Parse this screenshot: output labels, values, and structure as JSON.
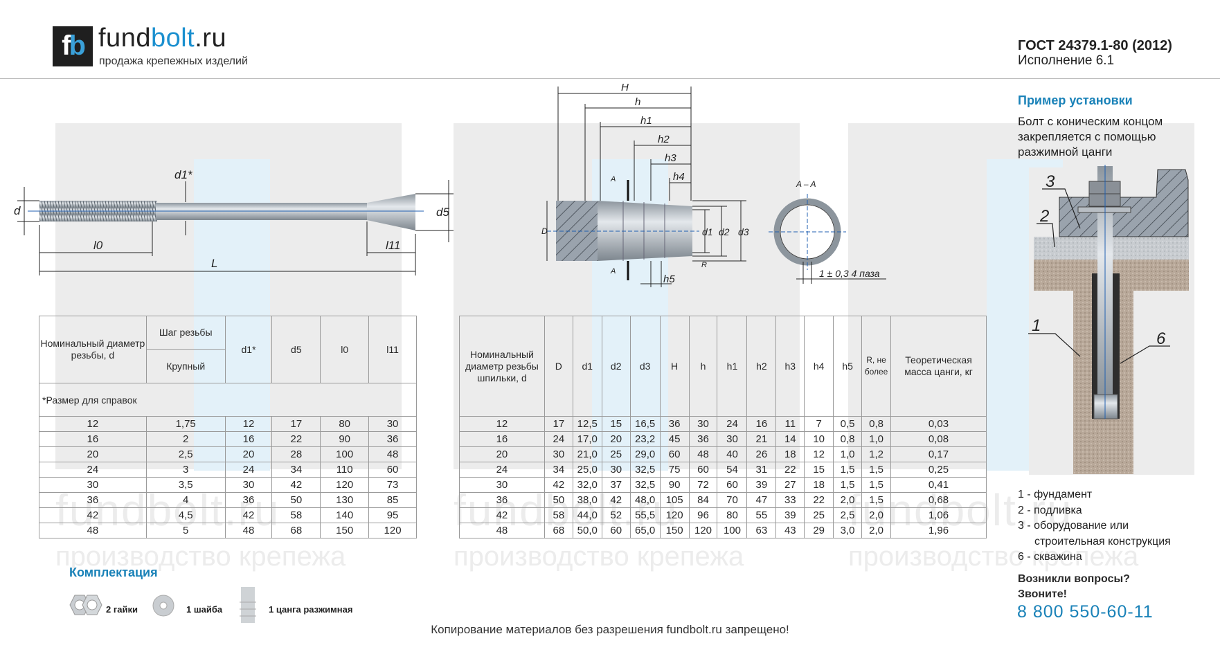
{
  "header": {
    "logo_mark": "fb",
    "site_name_a": "fund",
    "site_name_b": "bolt",
    "site_name_c": ".ru",
    "tagline": "продажа крепежных изделий",
    "standard": "ГОСТ 24379.1-80 (2012)",
    "variant": "Исполнение 6.1"
  },
  "watermark": {
    "site": "fundbolt.ru",
    "slogan": "производство крепежа"
  },
  "bolt_drawing": {
    "labels": {
      "d": "d",
      "d1": "d1*",
      "l0": "l0",
      "L": "L",
      "l11": "l11",
      "d5": "d5"
    }
  },
  "collet_drawing": {
    "labels": {
      "H": "H",
      "h": "h",
      "h1": "h1",
      "h2": "h2",
      "h3": "h3",
      "h4": "h4",
      "h5": "h5",
      "A": "A",
      "D": "D",
      "d1": "d1",
      "d2": "d2",
      "d3": "d3",
      "R": "R",
      "section": "A – A",
      "slots": "1 ± 0,3  4 паза"
    }
  },
  "left_table": {
    "headers": {
      "nominal": "Номинальный диаметр резьбы, d",
      "pitch": "Шаг резьбы",
      "pitch_sub": "Крупный",
      "d1": "d1*",
      "d5": "d5",
      "l0": "l0",
      "l11": "l11"
    },
    "note": "*Размер для справок",
    "rows": [
      [
        "12",
        "1,75",
        "12",
        "17",
        "80",
        "30"
      ],
      [
        "16",
        "2",
        "16",
        "22",
        "90",
        "36"
      ],
      [
        "20",
        "2,5",
        "20",
        "28",
        "100",
        "48"
      ],
      [
        "24",
        "3",
        "24",
        "34",
        "110",
        "60"
      ],
      [
        "30",
        "3,5",
        "30",
        "42",
        "120",
        "73"
      ],
      [
        "36",
        "4",
        "36",
        "50",
        "130",
        "85"
      ],
      [
        "42",
        "4,5",
        "42",
        "58",
        "140",
        "95"
      ],
      [
        "48",
        "5",
        "48",
        "68",
        "150",
        "120"
      ]
    ]
  },
  "right_table": {
    "headers": [
      "Номинальный диаметр резьбы шпильки, d",
      "D",
      "d1",
      "d2",
      "d3",
      "H",
      "h",
      "h1",
      "h2",
      "h3",
      "h4",
      "h5",
      "R, не более",
      "Теоретическая масса цанги, кг"
    ],
    "rows": [
      [
        "12",
        "17",
        "12,5",
        "15",
        "16,5",
        "36",
        "30",
        "24",
        "16",
        "11",
        "7",
        "0,5",
        "0,8",
        "0,03"
      ],
      [
        "16",
        "24",
        "17,0",
        "20",
        "23,2",
        "45",
        "36",
        "30",
        "21",
        "14",
        "10",
        "0,8",
        "1,0",
        "0,08"
      ],
      [
        "20",
        "30",
        "21,0",
        "25",
        "29,0",
        "60",
        "48",
        "40",
        "26",
        "18",
        "12",
        "1,0",
        "1,2",
        "0,17"
      ],
      [
        "24",
        "34",
        "25,0",
        "30",
        "32,5",
        "75",
        "60",
        "54",
        "31",
        "22",
        "15",
        "1,5",
        "1,5",
        "0,25"
      ],
      [
        "30",
        "42",
        "32,0",
        "37",
        "32,5",
        "90",
        "72",
        "60",
        "39",
        "27",
        "18",
        "1,5",
        "1,5",
        "0,41"
      ],
      [
        "36",
        "50",
        "38,0",
        "42",
        "48,0",
        "105",
        "84",
        "70",
        "47",
        "33",
        "22",
        "2,0",
        "1,5",
        "0,68"
      ],
      [
        "42",
        "58",
        "44,0",
        "52",
        "55,5",
        "120",
        "96",
        "80",
        "55",
        "39",
        "25",
        "2,5",
        "2,0",
        "1,06"
      ],
      [
        "48",
        "68",
        "50,0",
        "60",
        "65,0",
        "150",
        "120",
        "100",
        "63",
        "43",
        "29",
        "3,0",
        "2,0",
        "1,96"
      ]
    ]
  },
  "kit": {
    "title": "Комплектация",
    "items": [
      {
        "icon": "nuts-icon",
        "label": "2 гайки"
      },
      {
        "icon": "washer-icon",
        "label": "1 шайба"
      },
      {
        "icon": "collet-icon",
        "label": "1 цанга разжимная"
      }
    ]
  },
  "install": {
    "title": "Пример установки",
    "description": [
      "Болт с коническим концом",
      "закрепляется с помощью",
      "разжимной цанги"
    ],
    "callouts": [
      "3",
      "2",
      "1",
      "6"
    ],
    "legend": [
      "1 - фундамент",
      "2 - подливка",
      "3 - оборудование или",
      "строительная конструкция",
      "6 - скважина"
    ]
  },
  "contact": {
    "question": "Возникли вопросы?",
    "call": "Звоните!",
    "phone": "8 800 550-60-11"
  },
  "footer": {
    "copyright": "Копирование материалов без разрешения fundbolt.ru запрещено!"
  },
  "colors": {
    "accent": "#1a82b8",
    "logo_blue": "#3aa0d8",
    "dark": "#1f1f1f"
  }
}
